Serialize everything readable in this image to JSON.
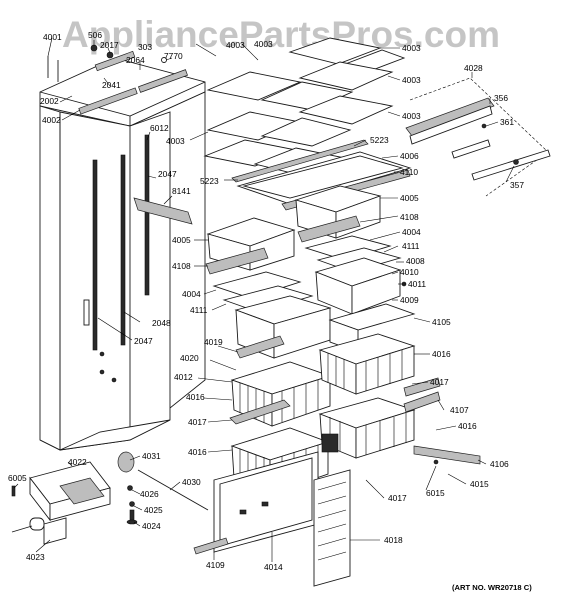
{
  "watermark": "AppliancePartsPros.com",
  "art_no": "(ART NO. WR20718 C)",
  "labels": [
    {
      "id": "l1",
      "text": "4001"
    },
    {
      "id": "l2",
      "text": "506"
    },
    {
      "id": "l3",
      "text": "2017"
    },
    {
      "id": "l4",
      "text": "303"
    },
    {
      "id": "l5",
      "text": "7770"
    },
    {
      "id": "l6",
      "text": "2064"
    },
    {
      "id": "l7",
      "text": "2041"
    },
    {
      "id": "l8",
      "text": "2002"
    },
    {
      "id": "l9",
      "text": "4002"
    },
    {
      "id": "l10",
      "text": "6012"
    },
    {
      "id": "l11",
      "text": "2047"
    },
    {
      "id": "l12",
      "text": "8141"
    },
    {
      "id": "l13",
      "text": "2048"
    },
    {
      "id": "l14",
      "text": "2047"
    },
    {
      "id": "l15",
      "text": "4003"
    },
    {
      "id": "l16",
      "text": "4003"
    },
    {
      "id": "l17",
      "text": "4003"
    },
    {
      "id": "l18",
      "text": "4003"
    },
    {
      "id": "l19",
      "text": "4003"
    },
    {
      "id": "l20",
      "text": "5223"
    },
    {
      "id": "l21",
      "text": "5223"
    },
    {
      "id": "l22",
      "text": "4006"
    },
    {
      "id": "l23",
      "text": "4110"
    },
    {
      "id": "l24",
      "text": "4005"
    },
    {
      "id": "l25",
      "text": "4108"
    },
    {
      "id": "l26",
      "text": "4004"
    },
    {
      "id": "l27",
      "text": "4111"
    },
    {
      "id": "l28",
      "text": "4005"
    },
    {
      "id": "l29",
      "text": "4108"
    },
    {
      "id": "l30",
      "text": "4004"
    },
    {
      "id": "l31",
      "text": "4111"
    },
    {
      "id": "l32",
      "text": "4008"
    },
    {
      "id": "l33",
      "text": "4010"
    },
    {
      "id": "l34",
      "text": "4011"
    },
    {
      "id": "l35",
      "text": "4009"
    },
    {
      "id": "l36",
      "text": "4105"
    },
    {
      "id": "l37",
      "text": "4019"
    },
    {
      "id": "l38",
      "text": "4020"
    },
    {
      "id": "l39",
      "text": "4012"
    },
    {
      "id": "l40",
      "text": "4016"
    },
    {
      "id": "l41",
      "text": "4016"
    },
    {
      "id": "l42",
      "text": "4017"
    },
    {
      "id": "l43",
      "text": "4017"
    },
    {
      "id": "l44",
      "text": "4107"
    },
    {
      "id": "l45",
      "text": "4016"
    },
    {
      "id": "l46",
      "text": "4016"
    },
    {
      "id": "l47",
      "text": "4106"
    },
    {
      "id": "l48",
      "text": "4015"
    },
    {
      "id": "l49",
      "text": "6015"
    },
    {
      "id": "l50",
      "text": "4017"
    },
    {
      "id": "l51",
      "text": "4018"
    },
    {
      "id": "l52",
      "text": "4014"
    },
    {
      "id": "l53",
      "text": "4109"
    },
    {
      "id": "l54",
      "text": "4031"
    },
    {
      "id": "l55",
      "text": "4030"
    },
    {
      "id": "l56",
      "text": "4026"
    },
    {
      "id": "l57",
      "text": "4025"
    },
    {
      "id": "l58",
      "text": "4024"
    },
    {
      "id": "l59",
      "text": "4022"
    },
    {
      "id": "l60",
      "text": "6005"
    },
    {
      "id": "l61",
      "text": "4023"
    },
    {
      "id": "l62",
      "text": "4028"
    },
    {
      "id": "l63",
      "text": "356"
    },
    {
      "id": "l64",
      "text": "361"
    },
    {
      "id": "l65",
      "text": "357"
    },
    {
      "id": "l66",
      "text": "4003"
    }
  ]
}
